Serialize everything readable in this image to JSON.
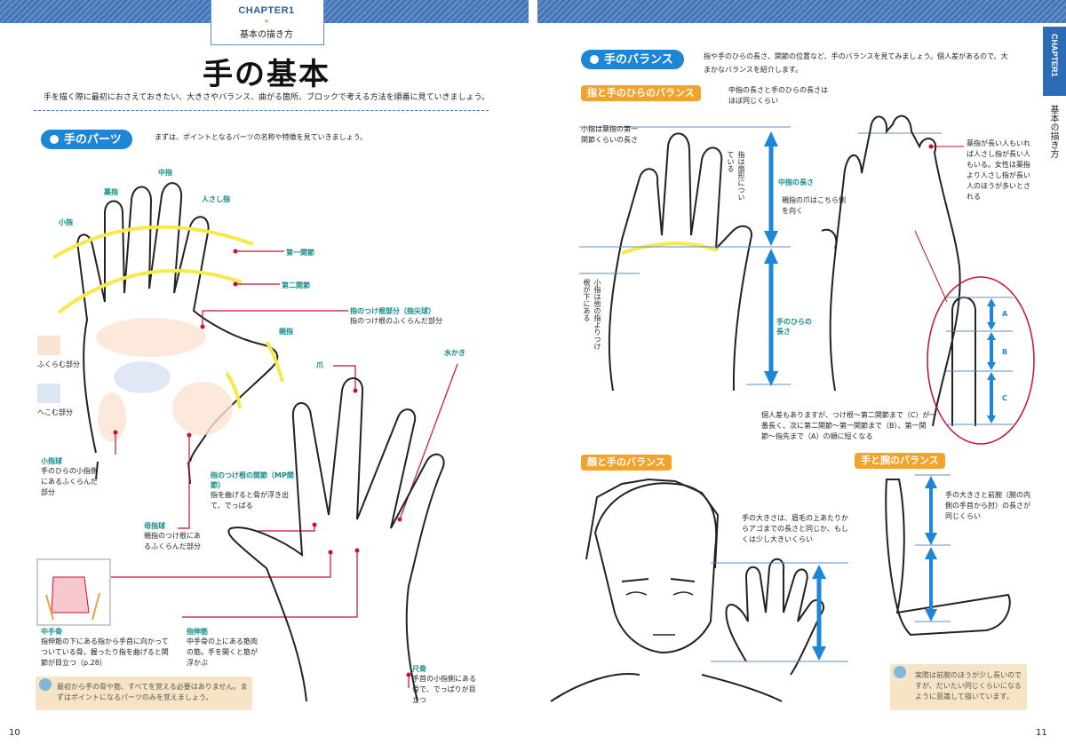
{
  "header": {
    "chapter": "CHAPTER1",
    "star": "★",
    "chapter_subtitle": "基本の描き方",
    "title": "手の基本",
    "intro": "手を描く際に最初におさえておきたい、大きさやバランス、曲がる箇所、ブロックで考える方法を順番に見ていきましょう。"
  },
  "parts": {
    "heading": "手のパーツ",
    "intro": "まずは、ポイントとなるパーツの名称や特徴を見ていきましょう。",
    "finger_labels": {
      "middle": "中指",
      "ring": "薬指",
      "index": "人さし指",
      "little": "小指",
      "thumb": "親指",
      "nail": "爪",
      "web": "水かき"
    },
    "joint_labels": {
      "first": "第一関節",
      "second": "第二関節"
    },
    "fingertip_pad": {
      "title": "指のつけ根部分（指尖球）",
      "desc": "指のつけ根のふくらんだ部分"
    },
    "legend_swell": "ふくらむ部分",
    "legend_dent": "へこむ部分",
    "hypothenar": {
      "title": "小指球",
      "desc": "手のひらの小指側にあるふくらんだ部分"
    },
    "mp_joint": {
      "title": "指のつけ根の関節（MP関節）",
      "desc": "指を曲げると骨が浮き出て、でっぱる"
    },
    "thenar": {
      "title": "母指球",
      "desc": "親指のつけ根にあるふくらんだ部分"
    },
    "metacarpal": {
      "title": "中手骨",
      "desc": "指伸筋の下にある指から手首に向かってついている骨。握ったり指を曲げると関節が目立つ（p.28）"
    },
    "extensor": {
      "title": "指伸筋",
      "desc": "中手骨の上にある筋肉の筋。手を開くと筋が浮かぶ"
    },
    "ulna": {
      "title": "尺骨",
      "desc": "手首の小指側にある骨で、でっぱりが目立つ"
    },
    "tip": "最初から手の骨や筋、すべてを覚える必要はありません。まずはポイントになるパーツのみを覚えましょう。"
  },
  "balance": {
    "heading": "手のバランス",
    "intro": "指や手のひらの長さ、関節の位置など、手のバランスを見てみましょう。個人差があるので、大まかなバランスを紹介します。",
    "palm_tag": "指と手のひらのバランス",
    "middle_eq": "中指の長さと手のひらの長さはほぼ同じくらい",
    "little_note": "小指は薬指の第一関節くらいの長さ",
    "fan_note": "指は扇形についている",
    "little_root": "小指は他の指よりつけ根が下にある",
    "middle_len": "中指の長さ",
    "palm_len": "手のひらの長さ",
    "thumb_nail": "親指の爪はこちら側を向く",
    "ring_note": "薬指が長い人もいれば人さし指が長い人もいる。女性は薬指より人さし指が長い人のほうが多いとされる",
    "segments": [
      "A",
      "B",
      "C"
    ],
    "segment_note": "個人差もありますが、つけ根〜第二関節まで（C）が一番長く、次に第二関節〜第一関節まで（B）、第一関節〜指先まで（A）の順に短くなる",
    "face_tag": "顔と手のバランス",
    "face_note": "手の大きさは、眉毛の上あたりからアゴまでの長さと同じか、もしくは少し大きいくらい",
    "arm_tag": "手と腕のバランス",
    "arm_note": "手の大きさと前腕（腕の内側の手首から肘）の長さが同じくらい",
    "tip": "実際は前腕のほうが少し長いのですが、だいたい同じくらいになるように意識して描いています。"
  },
  "side_tab": {
    "chapter": "CHAPTER1",
    "title": "基本の描き方"
  },
  "pages": {
    "left": "10",
    "right": "11"
  },
  "colors": {
    "accent": "#1d86d6",
    "orange": "#f2a32c",
    "red": "#c8102e",
    "yellow": "#f6e94a"
  }
}
